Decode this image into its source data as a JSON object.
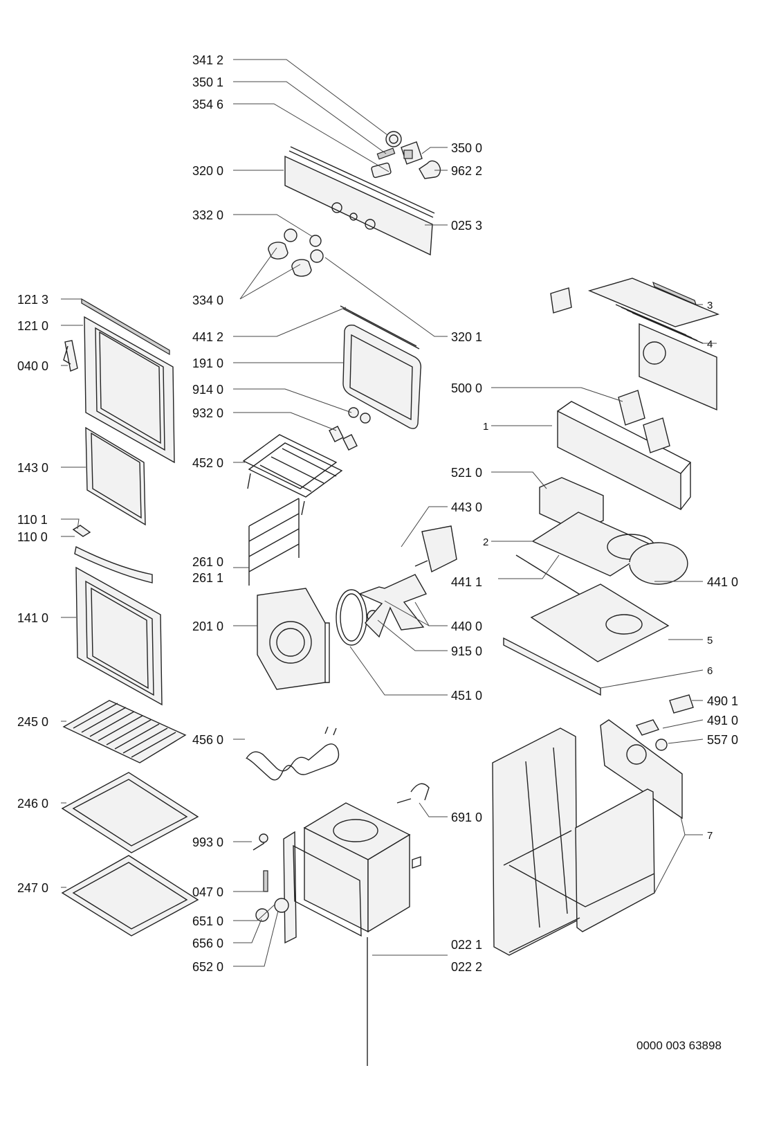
{
  "document_code": "0000 003 63898",
  "callouts": {
    "c3412": "341 2",
    "c3501": "350 1",
    "c3546": "354 6",
    "c3500": "350 0",
    "c9622": "962 2",
    "c3200": "320 0",
    "c0253": "025 3",
    "c3320": "332 0",
    "c3340": "334 0",
    "c1213": "121 3",
    "c1210": "121 0",
    "c0400": "040 0",
    "c4412": "441 2",
    "c3201": "320 1",
    "c1910": "191 0",
    "c9140": "914 0",
    "c9320": "932 0",
    "c4520": "452 0",
    "c1430": "143 0",
    "c1101": "110 1",
    "c1100": "110 0",
    "c2610": "261 0",
    "c2611": "261 1",
    "c1410": "141 0",
    "c2010": "201 0",
    "c4430": "443 0",
    "c4400": "440 0",
    "c9150": "915 0",
    "c4510": "451 0",
    "c2450": "245 0",
    "c4560": "456 0",
    "c2460": "246 0",
    "c2470": "247 0",
    "c9930": "993 0",
    "c0470": "047 0",
    "c6510": "651 0",
    "c6560": "656 0",
    "c6520": "652 0",
    "c6910": "691 0",
    "c0221": "022 1",
    "c0222": "022 2",
    "c5000": "500 0",
    "c5210": "521 0",
    "c4411": "441 1",
    "c4410": "441 0",
    "c4901": "490 1",
    "c4910": "491 0",
    "c5570": "557 0",
    "n1": "1",
    "n2": "2",
    "n3": "3",
    "n4": "4",
    "n5": "5",
    "n6": "6",
    "n7": "7"
  }
}
